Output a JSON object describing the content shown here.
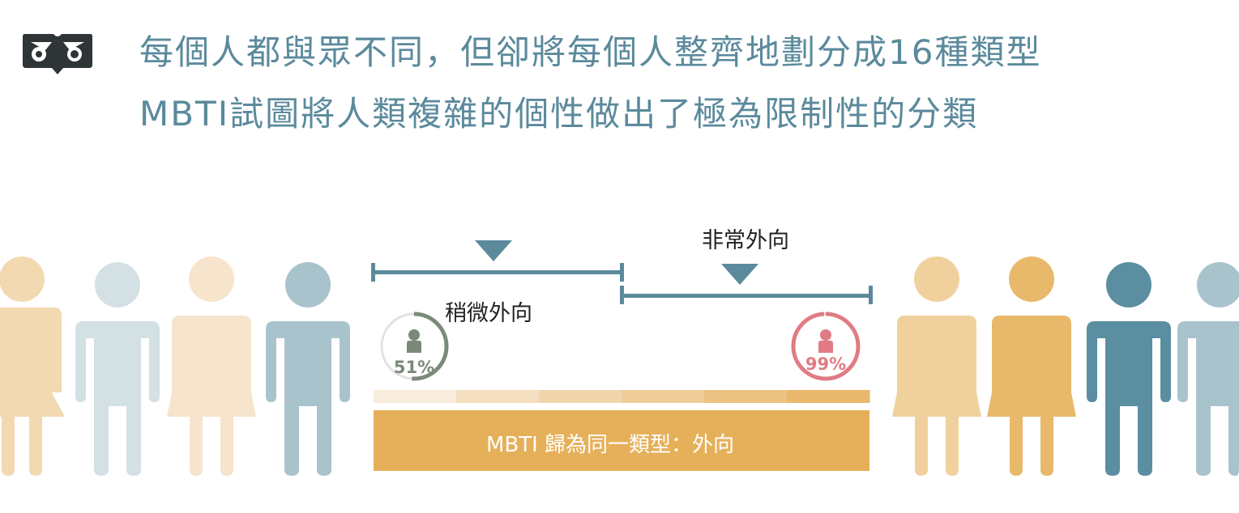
{
  "header": {
    "line1": "每個人都與眾不同，但卻將每個人整齊地劃分成16種類型",
    "line2": "MBTI試圖將人類複雜的個性做出了極為限制性的分類"
  },
  "diagram": {
    "labels": {
      "slight": "稍微外向",
      "very": "非常外向",
      "mbti_box": "MBTI 歸為同一類型：外向"
    },
    "gauges": [
      {
        "value_label": "51%",
        "fraction": 0.51,
        "color": "#7a8a79"
      },
      {
        "value_label": "99%",
        "fraction": 0.99,
        "color": "#e07b84"
      }
    ],
    "gradient_bar_colors": [
      "#f8ecdc",
      "#f3dfbf",
      "#f1d6ab",
      "#efcd98",
      "#ecc383",
      "#e8b96d"
    ],
    "mbti_box_color": "#e6b05a",
    "bracket_color": "#5b8a9c",
    "people_colors": [
      "#f3d9b1",
      "#d3e0e4",
      "#f7e4cc",
      "#a9c3cd",
      "#f0d19d",
      "#e8b96b",
      "#5a8ea0",
      "#a9c3cd"
    ]
  }
}
